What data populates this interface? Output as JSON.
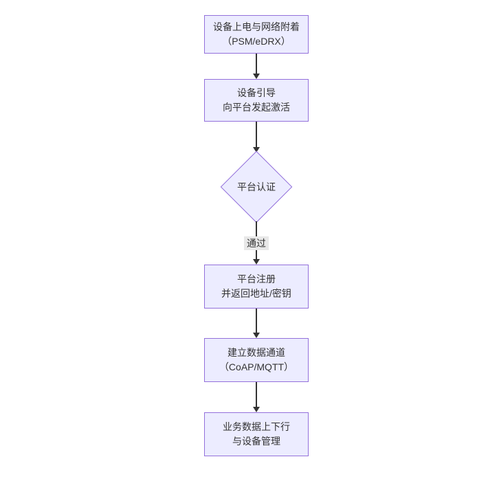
{
  "diagram": {
    "type": "flowchart",
    "direction": "top-down",
    "nodes": [
      {
        "id": "power-attach",
        "shape": "rect",
        "lines": [
          "设备上电与网络附着",
          "（PSM/eDRX）"
        ]
      },
      {
        "id": "bootstrap",
        "shape": "rect",
        "lines": [
          "设备引导",
          "向平台发起激活"
        ]
      },
      {
        "id": "platform-auth",
        "shape": "diamond",
        "lines": [
          "平台认证"
        ]
      },
      {
        "id": "platform-register",
        "shape": "rect",
        "lines": [
          "平台注册",
          "并返回地址/密钥"
        ]
      },
      {
        "id": "data-channel",
        "shape": "rect",
        "lines": [
          "建立数据通道",
          "（CoAP/MQTT）"
        ]
      },
      {
        "id": "business-data",
        "shape": "rect",
        "lines": [
          "业务数据上下行",
          "与设备管理"
        ]
      }
    ],
    "edges": [
      {
        "from": "power-attach",
        "to": "bootstrap",
        "label": ""
      },
      {
        "from": "bootstrap",
        "to": "platform-auth",
        "label": ""
      },
      {
        "from": "platform-auth",
        "to": "platform-register",
        "label": "通过"
      },
      {
        "from": "platform-register",
        "to": "data-channel",
        "label": ""
      },
      {
        "from": "data-channel",
        "to": "business-data",
        "label": ""
      }
    ],
    "colors": {
      "node_fill": "#ECECFF",
      "node_border": "#9370DB",
      "text": "#333333",
      "edge": "#333333",
      "edge_label_bg": "#e8e8e8"
    }
  }
}
